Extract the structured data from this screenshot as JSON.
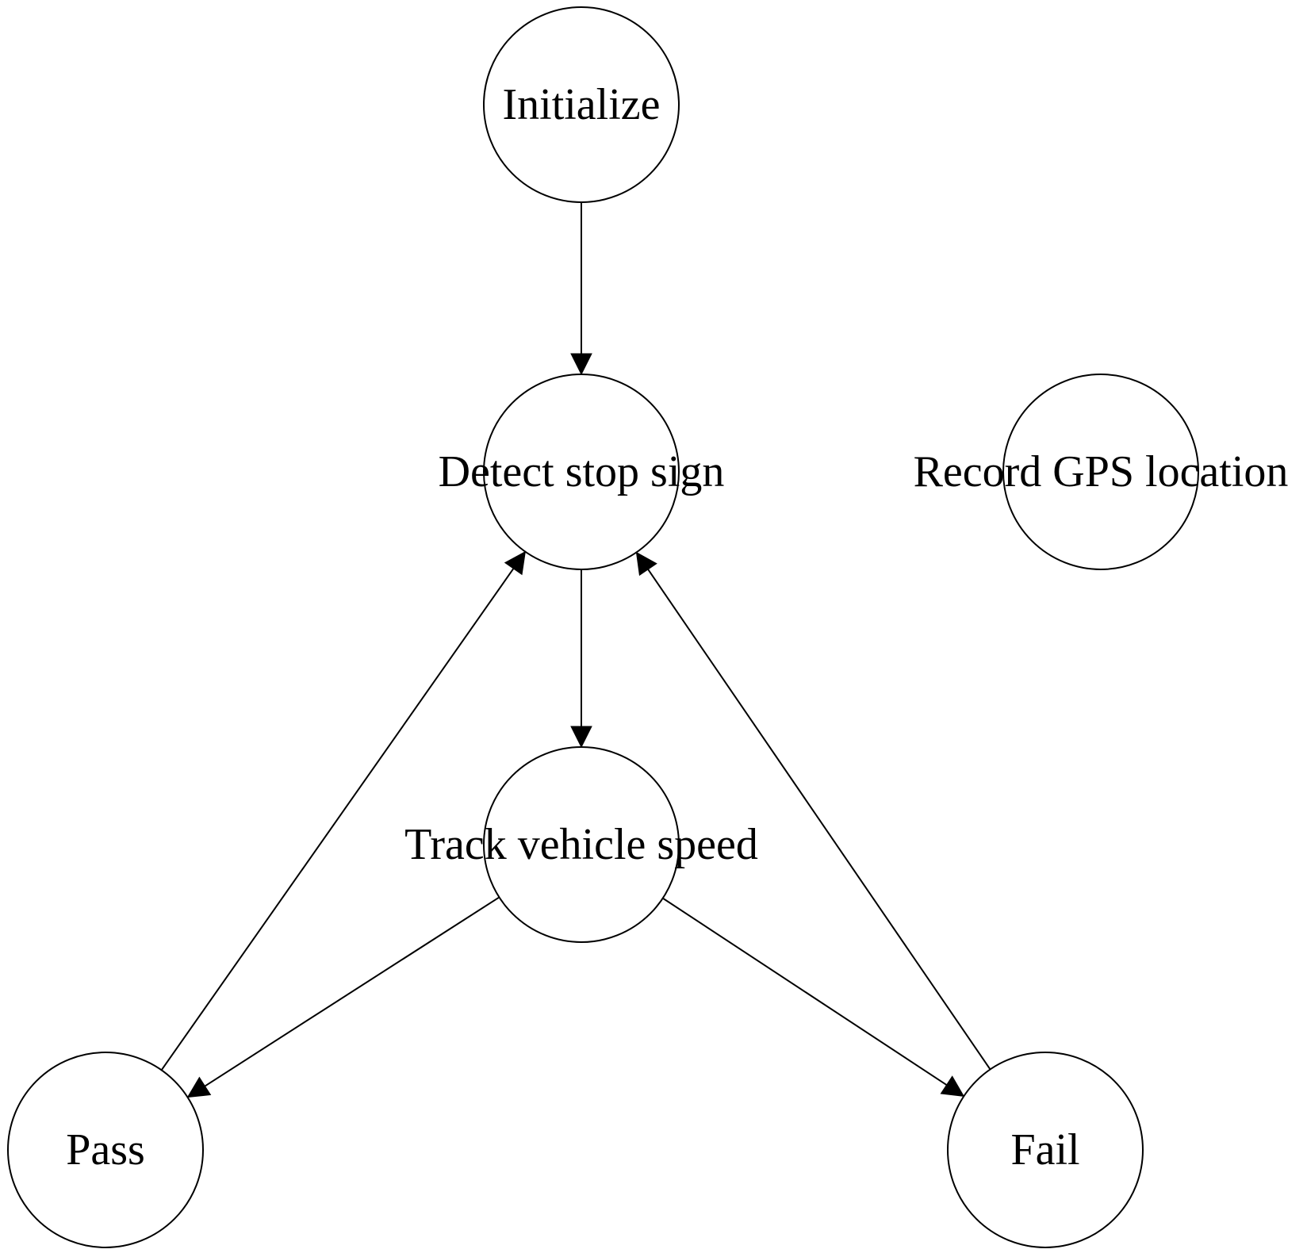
{
  "diagram": {
    "type": "directed-graph",
    "colors": {
      "stroke": "#000000",
      "text": "#000000",
      "background": "#ffffff"
    },
    "nodes": [
      {
        "id": "initialize",
        "label": "Initialize"
      },
      {
        "id": "detect",
        "label": "Detect stop sign"
      },
      {
        "id": "gps",
        "label": "Record GPS location"
      },
      {
        "id": "track",
        "label": "Track vehicle speed"
      },
      {
        "id": "pass",
        "label": "Pass"
      },
      {
        "id": "fail",
        "label": "Fail"
      }
    ],
    "edges": [
      {
        "from": "initialize",
        "to": "detect"
      },
      {
        "from": "detect",
        "to": "track"
      },
      {
        "from": "track",
        "to": "pass"
      },
      {
        "from": "track",
        "to": "fail"
      },
      {
        "from": "pass",
        "to": "detect"
      },
      {
        "from": "fail",
        "to": "detect"
      }
    ]
  }
}
